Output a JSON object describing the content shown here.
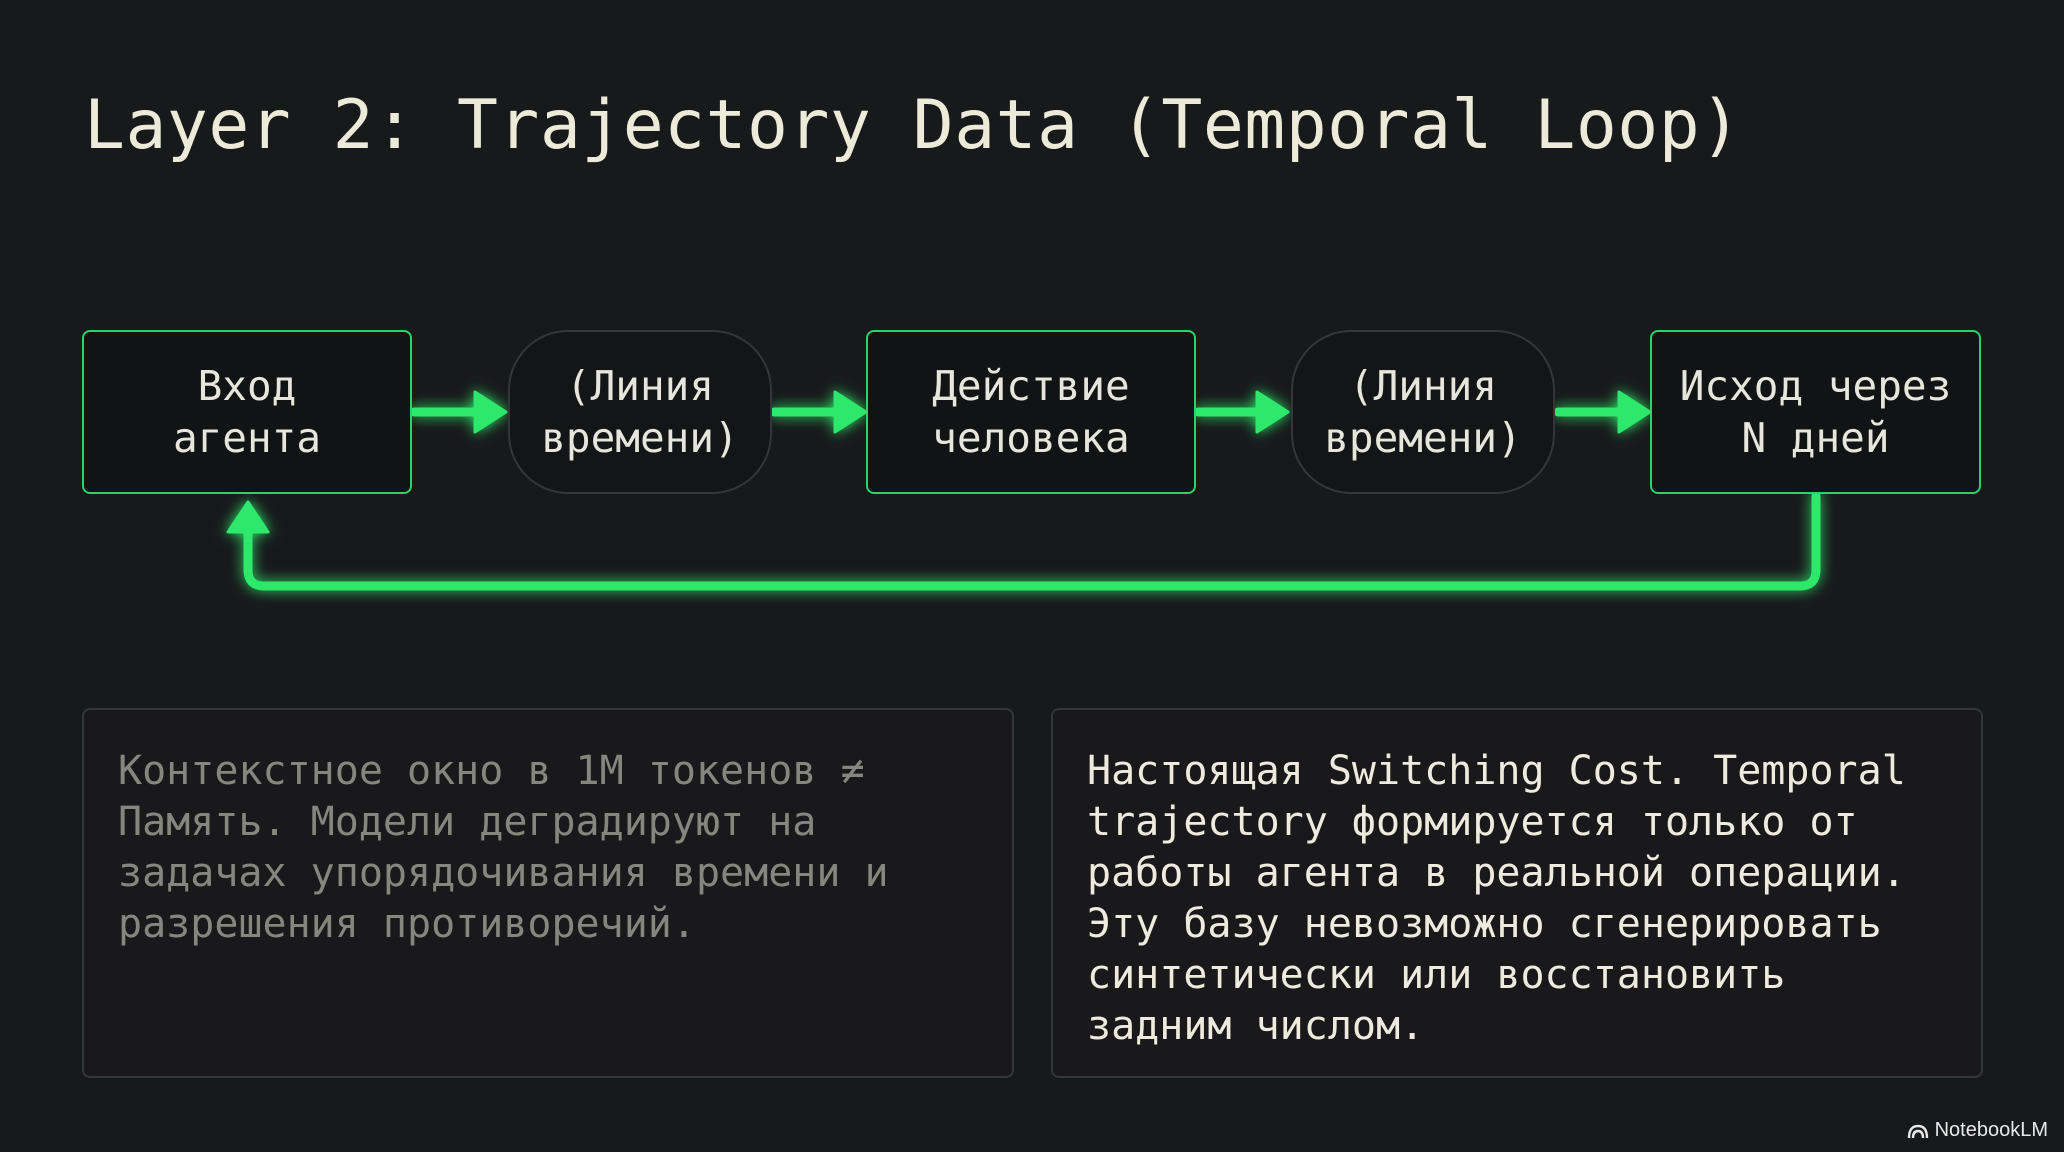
{
  "title": "Layer 2: Trajectory Data (Temporal Loop)",
  "flow": {
    "nodes": [
      {
        "label": "Вход\nагента",
        "kind": "box"
      },
      {
        "label": "(Линия\nвремени)",
        "kind": "pill"
      },
      {
        "label": "Действие\nчеловека",
        "kind": "box"
      },
      {
        "label": "(Линия\nвремени)",
        "kind": "pill"
      },
      {
        "label": "Исход через\nN дней",
        "kind": "box"
      }
    ],
    "accent_color": "#2ee86c"
  },
  "notes": {
    "left": "Контекстное окно в 1M токенов ≠ Память. Модели деградируют на задачах упорядочивания времени и разрешения противоречий.",
    "right": "Настоящая Switching Cost. Temporal trajectory формируется только от работы агента в реальной операции. Эту базу невозможно сгенерировать синтетически или восстановить задним числом."
  },
  "brand": {
    "label": "NotebookLM",
    "icon": "notebooklm-logo-icon"
  }
}
